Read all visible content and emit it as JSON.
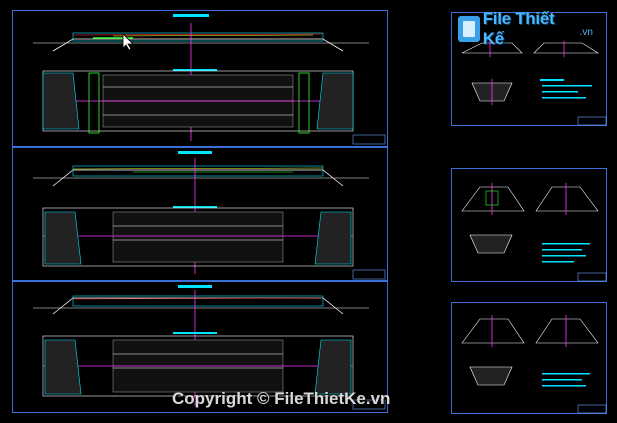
{
  "watermark": {
    "logo_name": "File Thiết Kế",
    "logo_tld": ".vn",
    "logo_icon": "file-document-icon",
    "copyright": "Copyright © FileThietKe.vn"
  },
  "colors": {
    "background": "#000000",
    "sheet_border": "#3a6fd8",
    "cyan": "#00e5ff",
    "green": "#33ff33",
    "magenta": "#ff33ff",
    "white": "#ffffff",
    "yellow": "#ffff33",
    "red": "#ff3333",
    "logo_blue": "#49b8ff"
  },
  "cursor": {
    "icon": "mouse-pointer-icon"
  }
}
